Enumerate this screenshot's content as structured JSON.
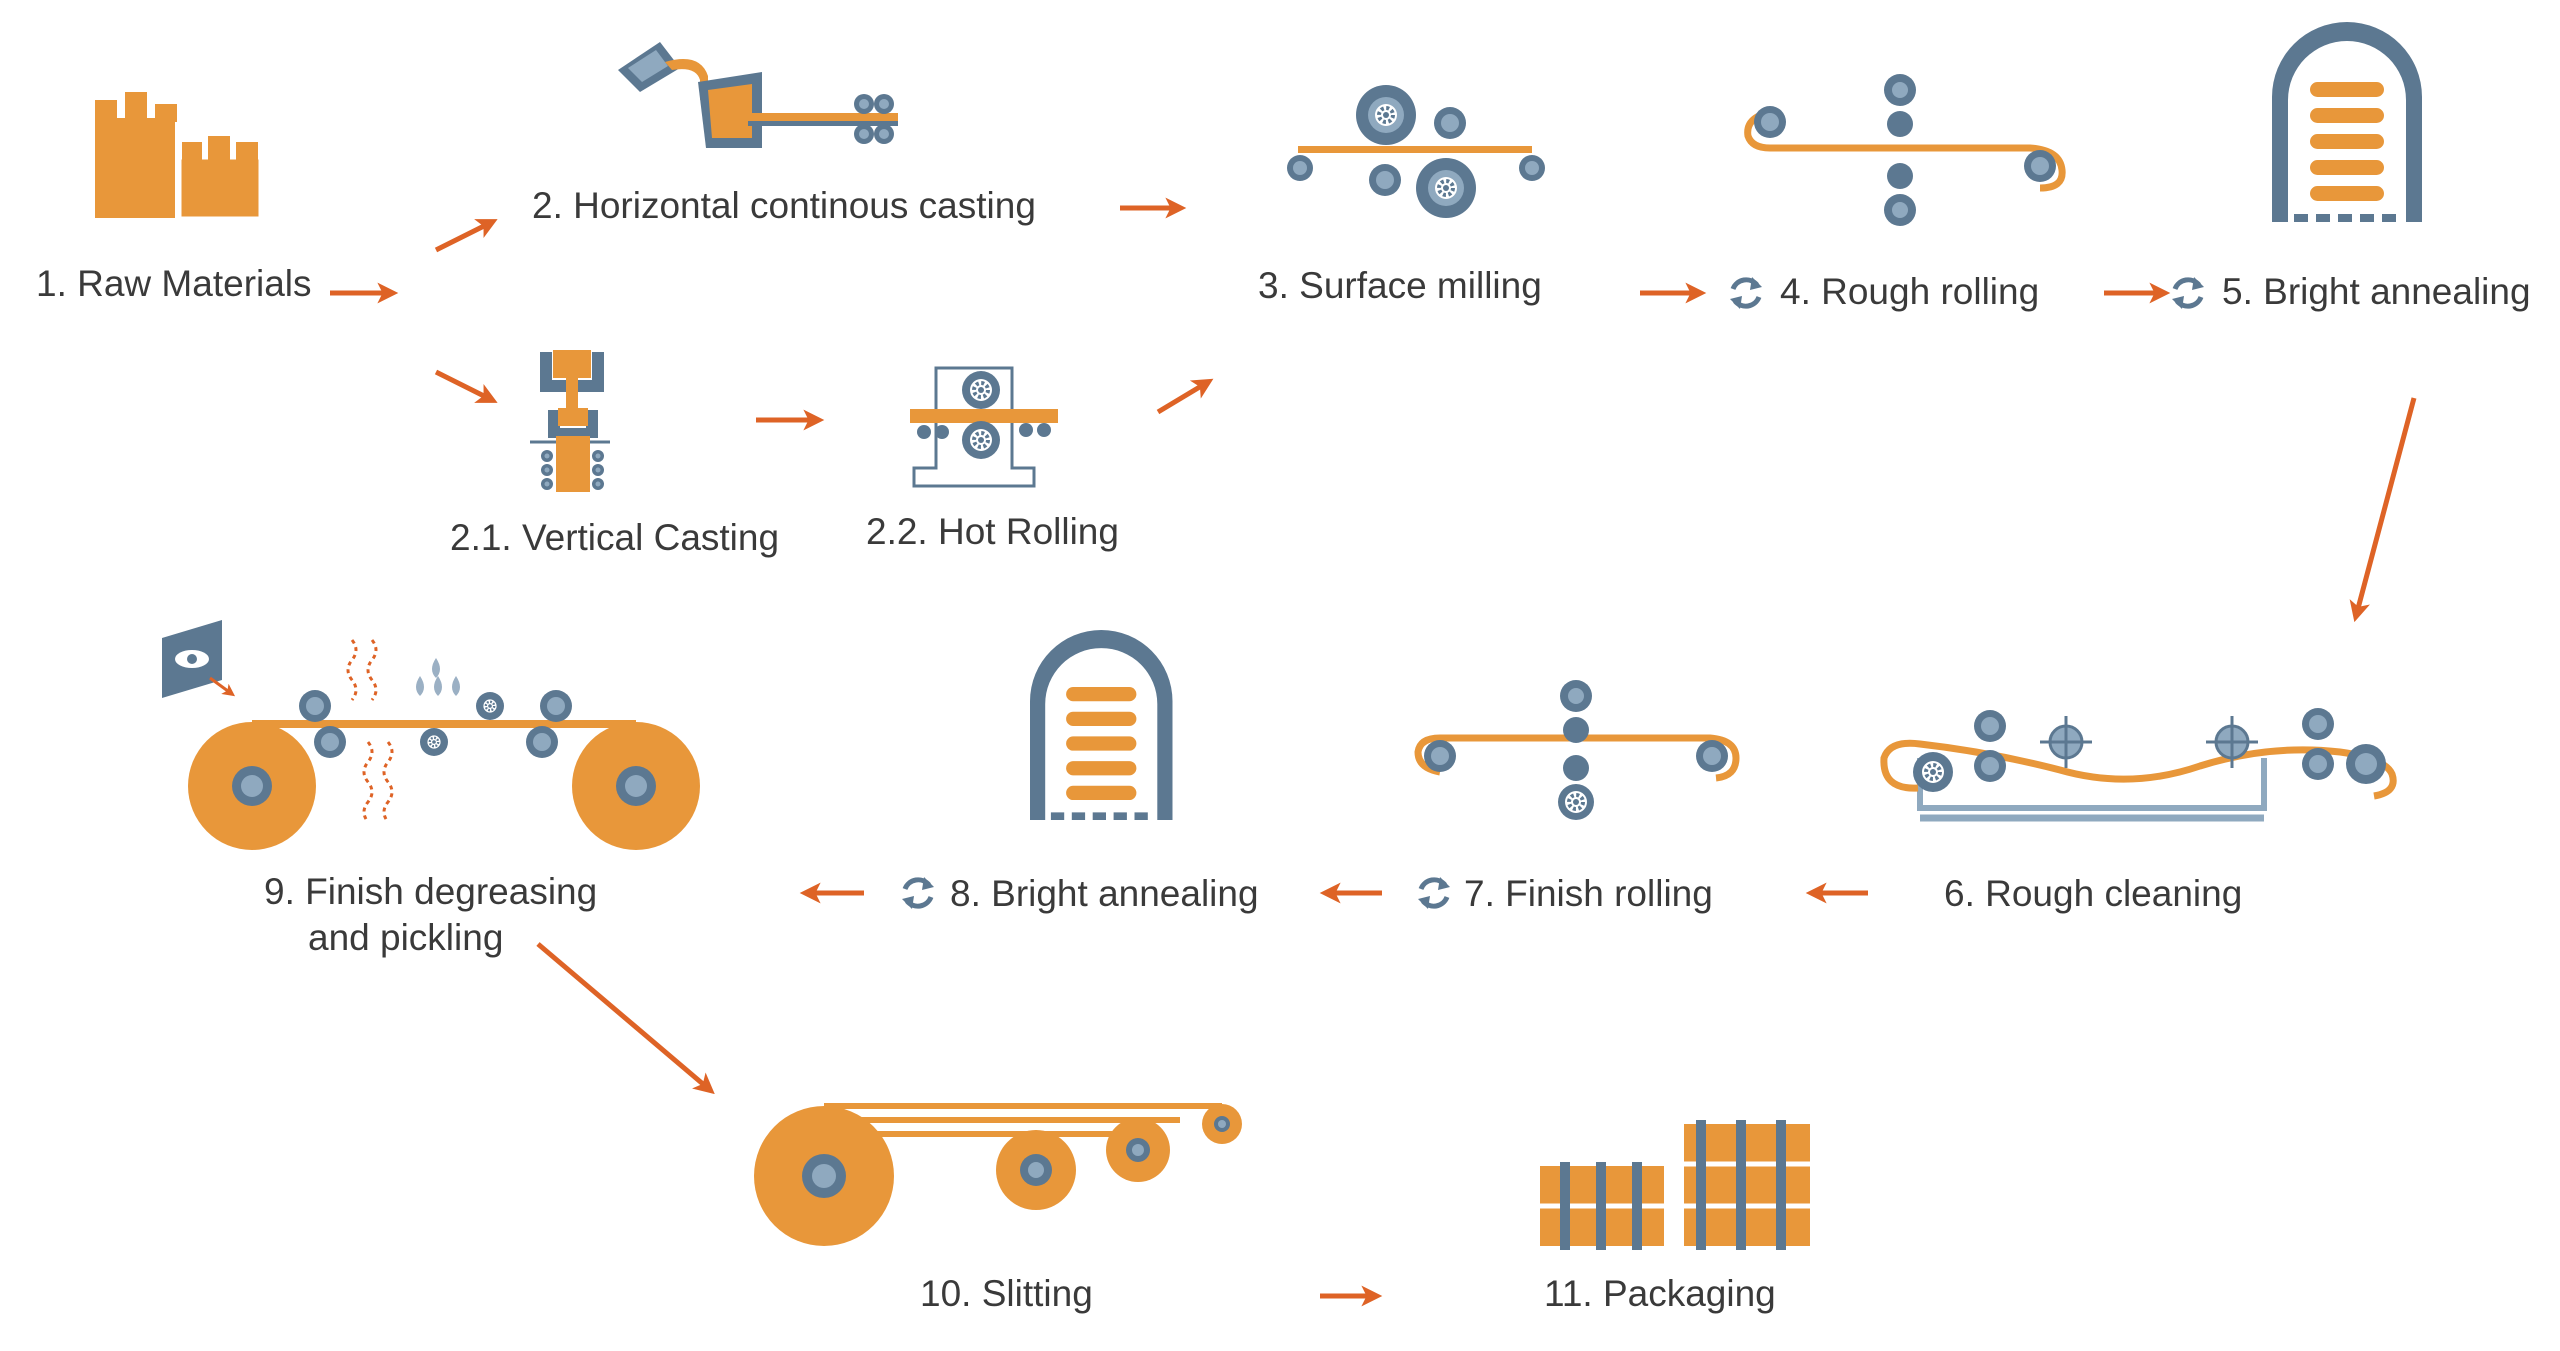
{
  "colors": {
    "orange": "#E8973A",
    "blue": "#5C7891",
    "lightblue": "#8FA9BF",
    "arrow": "#DE6326",
    "text": "#3A3A3A",
    "drop": "#9BB0C4"
  },
  "steps": {
    "s1": "1. Raw Materials",
    "s2": "2. Horizontal continous casting",
    "s21": "2.1. Vertical Casting",
    "s22": "2.2. Hot Rolling",
    "s3": "3. Surface milling",
    "s4": "4. Rough rolling",
    "s5": "5. Bright annealing",
    "s6": "6. Rough cleaning",
    "s7": "7. Finish rolling",
    "s8": "8. Bright annealing",
    "s9a": "9. Finish degreasing",
    "s9b": "and pickling",
    "s10": "10. Slitting",
    "s11": "11. Packaging"
  },
  "icons": {
    "repeat": "repeat-cycle-icon",
    "inspection": "eye-inspection-icon",
    "gear": "gear-icon"
  }
}
